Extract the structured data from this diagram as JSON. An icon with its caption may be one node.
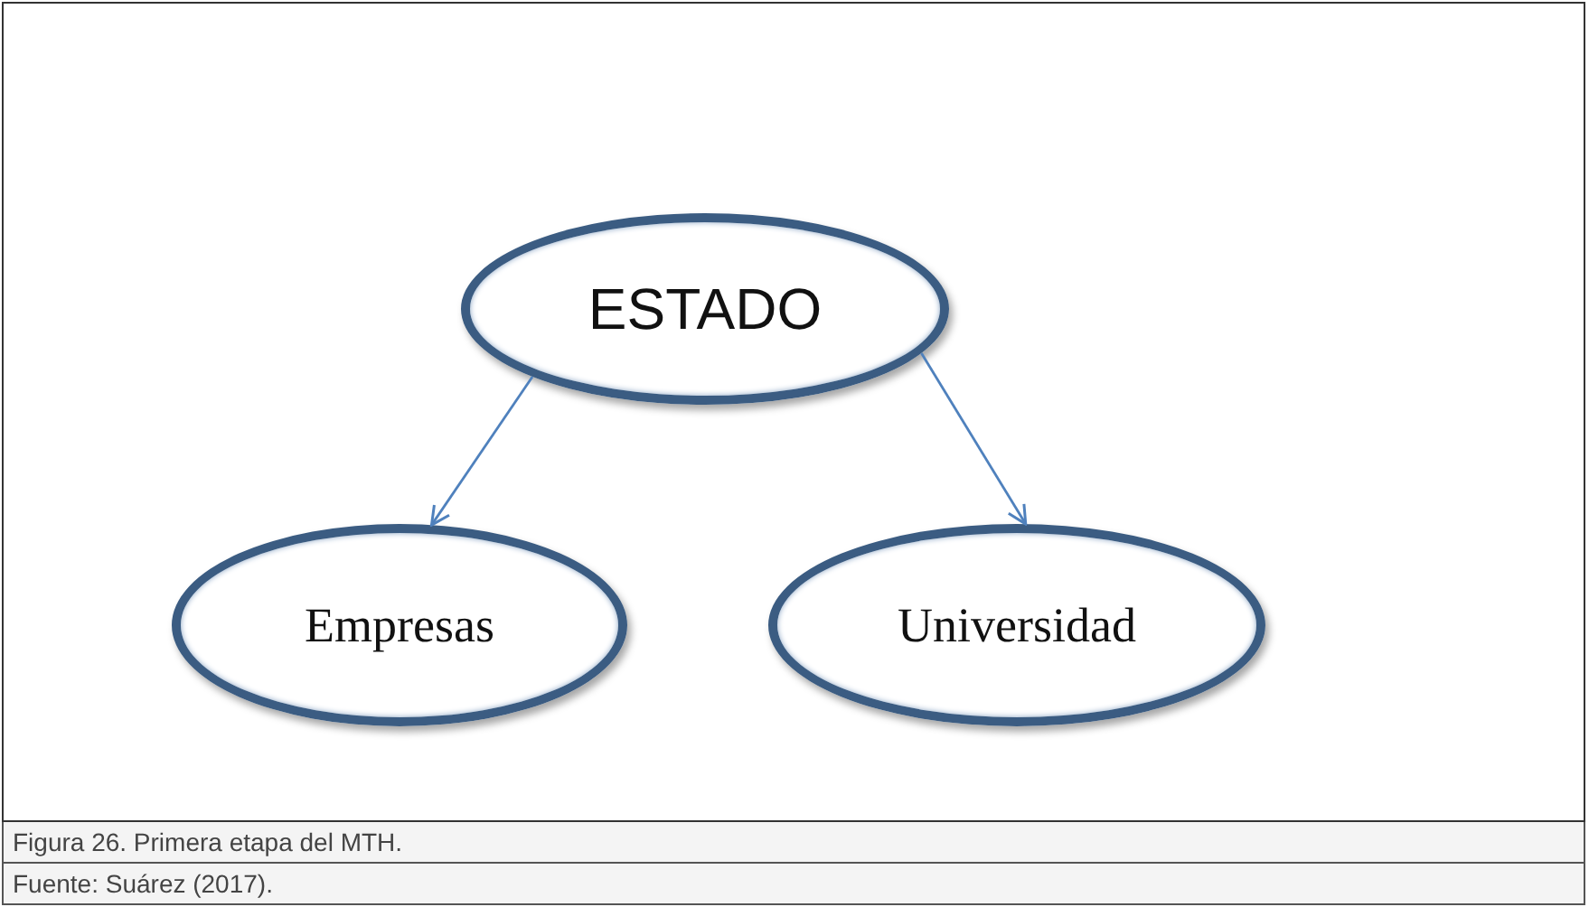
{
  "diagram": {
    "caption": "Figura 26. Primera etapa del MTH.",
    "nodes": [
      {
        "text": [
          "ESTADO"
        ]
      },
      {
        "text": [
          "Empresas"
        ]
      },
      {
        "text": [
          "Universidad"
        ]
      }
    ],
    "edges": [
      {
        "from": 0,
        "to": 1,
        "arrow": "to"
      },
      {
        "from": 0,
        "to": 2,
        "arrow": "to"
      }
    ],
    "labels": [
      "Fuente: Suárez (2017)."
    ]
  }
}
